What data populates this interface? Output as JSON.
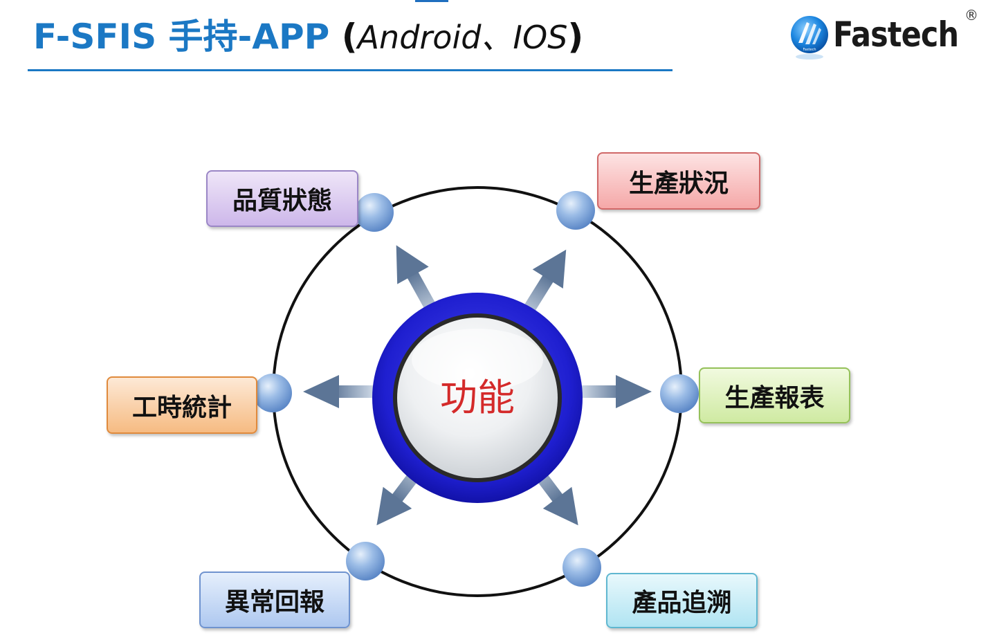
{
  "header": {
    "title_main": "F-SFIS 手持-APP",
    "title_paren_open": "(",
    "title_platforms": "Android、IOS",
    "title_paren_close": ")"
  },
  "logo": {
    "name": "Fastech",
    "registered_mark": "®",
    "mark_text": "Fastech"
  },
  "diagram": {
    "center_label": "功能",
    "nodes": {
      "quality": "品質狀態",
      "production": "生產狀況",
      "hours": "工時統計",
      "report": "生產報表",
      "exception": "異常回報",
      "trace": "產品追溯"
    }
  },
  "colors": {
    "title_blue": "#1b78c4",
    "center_ring_blue": "#2323d8",
    "center_text_red": "#d42a2a"
  }
}
